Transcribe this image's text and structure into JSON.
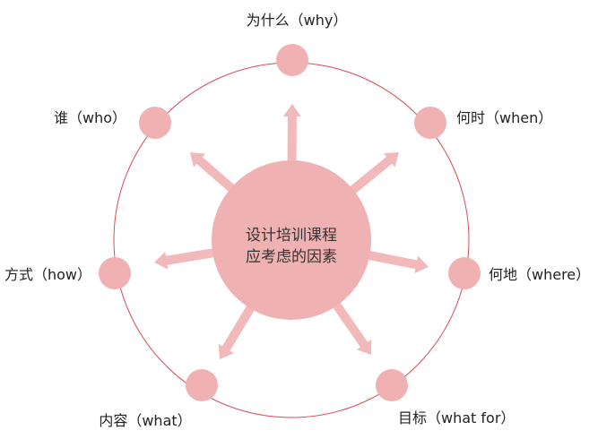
{
  "center": {
    "line1": "设计培训课程",
    "line2": "应考虑的因素"
  },
  "nodes": [
    {
      "id": "why",
      "label": "为什么（why）"
    },
    {
      "id": "when",
      "label": "何时（when）"
    },
    {
      "id": "where",
      "label": "何地（where）"
    },
    {
      "id": "what-for",
      "label": "目标（what for）"
    },
    {
      "id": "what",
      "label": "内容（what）"
    },
    {
      "id": "how",
      "label": "方式（how）"
    },
    {
      "id": "who",
      "label": "谁（who）"
    }
  ],
  "colors": {
    "node_fill": "#f0b1b3",
    "center_fill": "#f0b1b3",
    "arrow_fill": "#f2b9bb",
    "ring_stroke": "#d94a55"
  }
}
